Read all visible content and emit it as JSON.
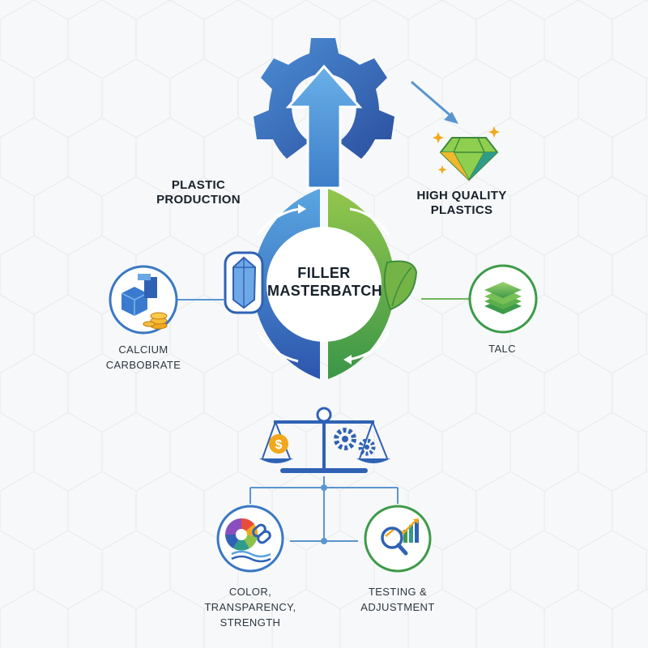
{
  "labels": {
    "plastic_production": "PLASTIC\nPRODUCTION",
    "high_quality": "HIGH QUALITY\nPLASTICS",
    "center": "FILLER\nMASTERBATCH",
    "calcium": "CALCIUM\nCARBOBRATE",
    "talc": "TALC",
    "color": "COLOR,\nTRANSPARENCY,\nSTRENGTH",
    "testing": "TESTING &\nADJUSTMENT"
  },
  "colors": {
    "blue_dark": "#2f62b5",
    "blue_light": "#5aa3df",
    "green_light": "#8cc24a",
    "green_dark": "#3e9a4a",
    "line_blue": "#5b95d0",
    "line_green": "#6fb85a",
    "gold": "#f2a81d"
  },
  "icons": {
    "gear": "gear-arrow-up-icon",
    "diamond": "diamond-icon",
    "crystal": "crystal-icon",
    "leaf": "leaf-icon",
    "calcium": "blocks-and-coins-icon",
    "talc": "layered-stack-icon",
    "balance": "balance-scale-icon",
    "color": "color-wheel-link-icon",
    "testing": "magnifier-chart-icon"
  }
}
